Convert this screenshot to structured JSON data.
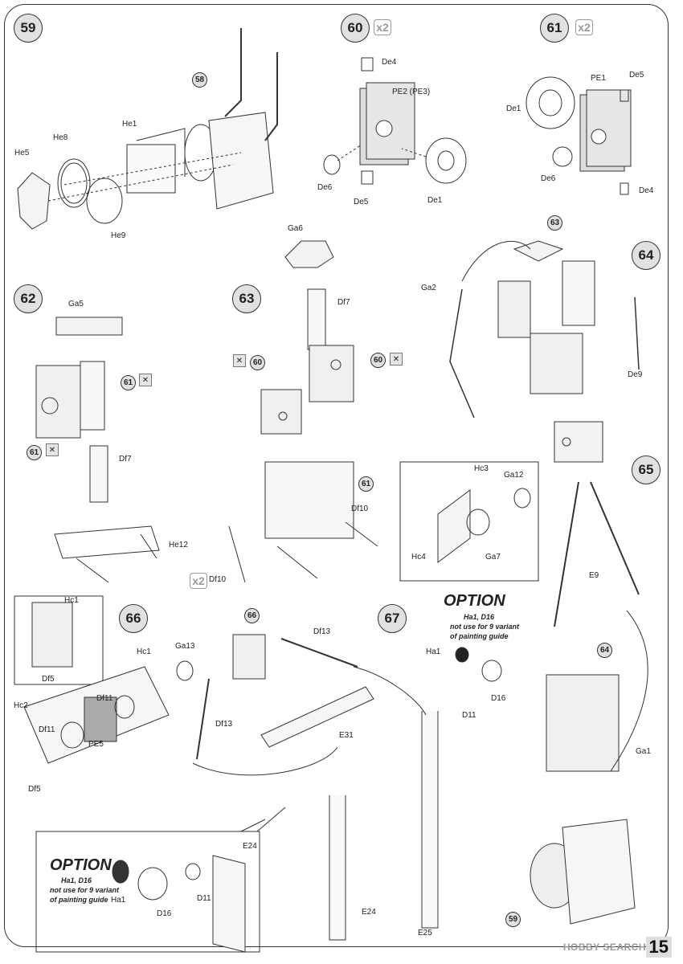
{
  "steps": {
    "s59": "59",
    "s60": "60",
    "s61": "61",
    "s62": "62",
    "s63": "63",
    "s64": "64",
    "s65": "65",
    "s66": "66",
    "s67": "67"
  },
  "multipliers": {
    "m60": "x2",
    "m61": "x2",
    "m63": "x2"
  },
  "refs": {
    "r58": "58",
    "r61a": "61",
    "r61b": "61",
    "r60a": "60",
    "r60b": "60",
    "r61c": "61",
    "r63": "63",
    "r66": "66",
    "r64": "64",
    "r59": "59"
  },
  "labels": {
    "s59": {
      "he5": "He5",
      "he8": "He8",
      "he1": "He1",
      "he9": "He9"
    },
    "s60": {
      "de4": "De4",
      "pe": "PE2 (PE3)",
      "de6": "De6",
      "de5": "De5",
      "de1": "De1"
    },
    "s61": {
      "pe1": "PE1",
      "de5": "De5",
      "de1": "De1",
      "de6": "De6",
      "de4": "De4"
    },
    "s62": {
      "ga5": "Ga5",
      "df7": "Df7",
      "he12": "He12"
    },
    "s63": {
      "ga6": "Ga6",
      "df7": "Df7",
      "df10a": "Df10",
      "df10b": "Df10"
    },
    "s64": {
      "ga2": "Ga2",
      "de9": "De9"
    },
    "s65": {
      "hc3": "Hc3",
      "ga12": "Ga12",
      "hc4": "Hc4",
      "ga7": "Ga7",
      "e9": "E9",
      "ga1": "Ga1"
    },
    "s66": {
      "hc1a": "Hc1",
      "df5a": "Df5",
      "hc1b": "Hc1",
      "ga13": "Ga13",
      "df11a": "Df11",
      "hc2": "Hc2",
      "df11b": "Df11",
      "pe5": "PE5",
      "df5b": "Df5"
    },
    "s67": {
      "df13a": "Df13",
      "df13b": "Df13",
      "e31": "E31",
      "e24a": "E24",
      "e24b": "E24",
      "e25": "E25",
      "ha1": "Ha1",
      "d16": "D16",
      "d11": "D11"
    },
    "opt2": {
      "ha1": "Ha1",
      "d16": "D16",
      "d11": "D11"
    }
  },
  "option_top": {
    "title": "OPTION",
    "line1": "Ha1, D16",
    "line2": "not use for 9 variant",
    "line3": "of painting guide"
  },
  "option_bottom": {
    "title": "OPTION",
    "line1": "Ha1, D16",
    "line2": "not use for 9 variant",
    "line3": "of painting guide"
  },
  "page_number": "15",
  "watermark": "HOBBY SEARCH"
}
